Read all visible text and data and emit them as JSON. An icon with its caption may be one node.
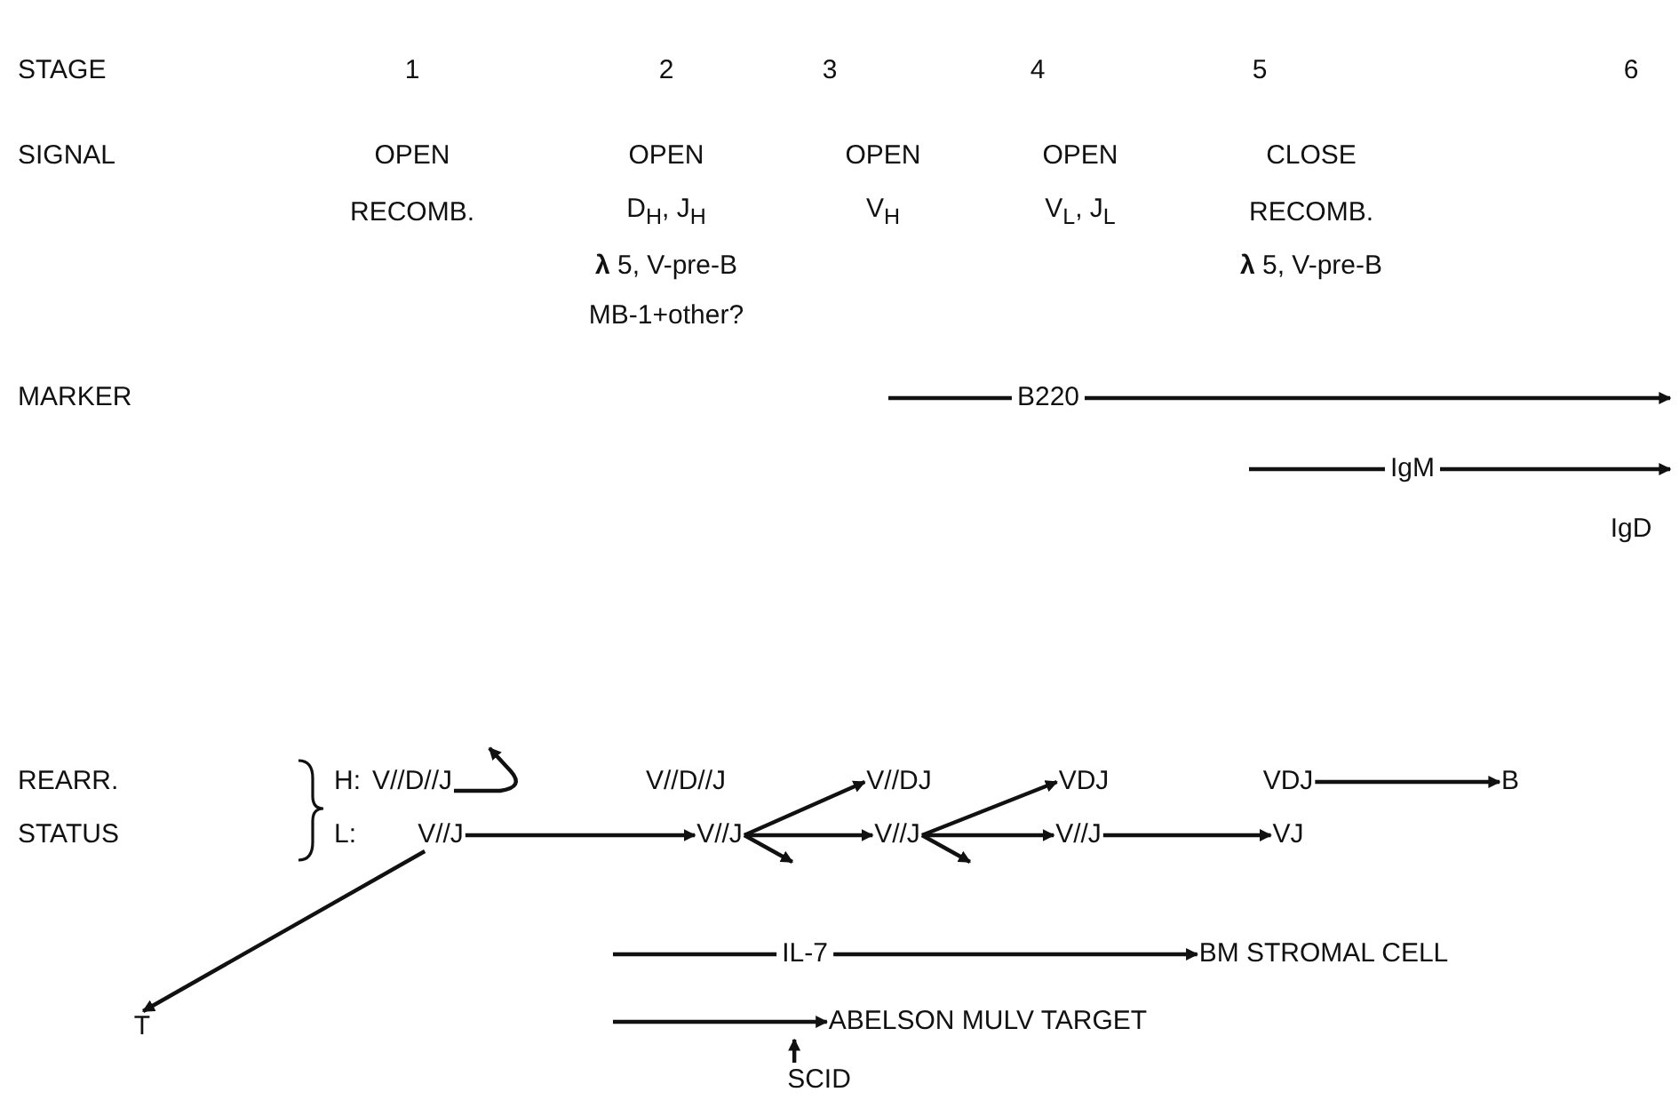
{
  "diagram": {
    "nodes": [
      {
        "text": [
          "V//D//J"
        ]
      },
      {
        "text": [
          "V//J"
        ]
      },
      {
        "text": [
          "V//D//J"
        ]
      },
      {
        "text": [
          "V//J"
        ]
      },
      {
        "text": [
          "V//DJ"
        ]
      },
      {
        "text": [
          "V//J"
        ]
      },
      {
        "text": [
          "VDJ"
        ]
      },
      {
        "text": [
          "V//J"
        ]
      },
      {
        "text": [
          "VDJ"
        ]
      },
      {
        "text": [
          "VJ"
        ]
      },
      {
        "text": [
          "B"
        ]
      },
      {
        "text": [
          "T"
        ]
      },
      {
        "text": [
          "BM STROMAL CELL"
        ]
      },
      {
        "text": [
          "ABELSON MULV TARGET"
        ]
      },
      {
        "text": [
          "SCID"
        ]
      }
    ],
    "edges": [
      {
        "from": 0,
        "to": null,
        "arrow": "to"
      },
      {
        "from": 1,
        "to": 3,
        "arrow": "to"
      },
      {
        "from": 3,
        "to": 4,
        "arrow": "to"
      },
      {
        "from": 3,
        "to": 5,
        "arrow": "to"
      },
      {
        "from": 3,
        "to": null,
        "arrow": "to"
      },
      {
        "from": 5,
        "to": 6,
        "arrow": "to"
      },
      {
        "from": 5,
        "to": 7,
        "arrow": "to"
      },
      {
        "from": 5,
        "to": null,
        "arrow": "to"
      },
      {
        "from": 7,
        "to": 9,
        "arrow": "to"
      },
      {
        "from": 8,
        "to": 10,
        "arrow": "to"
      },
      {
        "from": 1,
        "to": 11,
        "arrow": "to"
      },
      {
        "from": null,
        "to": 12,
        "arrow": "to",
        "label": "IL-7"
      },
      {
        "from": null,
        "to": 13,
        "arrow": "to"
      },
      {
        "from": 14,
        "to": 13,
        "arrow": "to"
      }
    ],
    "labels": [
      "STAGE",
      "1",
      "2",
      "3",
      "4",
      "5",
      "6",
      "SIGNAL",
      "OPEN",
      "RECOMB.",
      "OPEN",
      "D$_{H}$, J$_{H}$",
      "**λ** 5, V-pre-B",
      "MB-1+other?",
      "OPEN",
      "V$_{H}$",
      "OPEN",
      "V$_{L}$, J$_{L}$",
      "CLOSE",
      "RECOMB.",
      "**λ** 5, V-pre-B",
      "MARKER",
      "B220",
      "IgM",
      "IgD",
      "REARR.",
      "STATUS",
      "H:",
      "L:"
    ]
  }
}
